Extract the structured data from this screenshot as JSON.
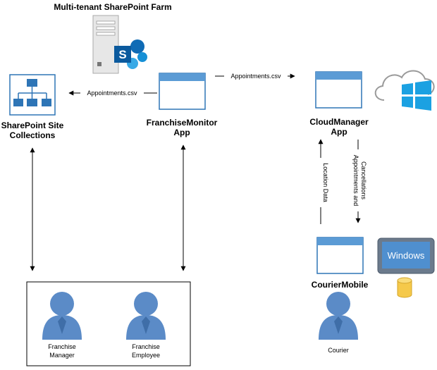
{
  "title": "Multi-tenant SharePoint Farm",
  "nodes": {
    "sharepoint_site": {
      "line1": "SharePoint Site",
      "line2": "Collections"
    },
    "franchise_monitor": {
      "line1": "FranchiseMonitor",
      "line2": "App"
    },
    "cloud_manager": {
      "line1": "CloudManager",
      "line2": "App"
    },
    "courier_mobile": {
      "label": "CourierMobile"
    },
    "windows_tablet": {
      "label": "Windows"
    }
  },
  "edges": {
    "fm_to_sp": "Appointments.csv",
    "fm_to_cm": "Appointments.csv",
    "mobile_to_cm": "Location Data",
    "cm_to_mobile_line1": "Appointments and",
    "cm_to_mobile_line2": "Cancellations"
  },
  "people": {
    "manager": {
      "line1": "Franchise",
      "line2": "Manager"
    },
    "employee": {
      "line1": "Franchise",
      "line2": "Employee"
    },
    "courier": {
      "label": "Courier"
    }
  },
  "colors": {
    "accent_blue": "#2E75B6",
    "window_blue": "#5B9BD5",
    "person_blue": "#5B8BC7",
    "sharepoint_blue": "#0F6BB5",
    "windows_blue": "#1BA1E2",
    "db_yellow": "#F5C94A"
  },
  "icons": [
    "server-icon",
    "sharepoint-logo-icon",
    "cloud-icon",
    "windows-logo-icon",
    "site-hierarchy-icon",
    "app-window-icon",
    "tablet-icon",
    "database-icon",
    "person-icon"
  ]
}
